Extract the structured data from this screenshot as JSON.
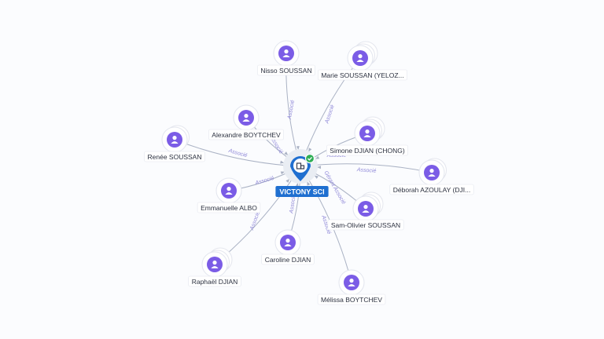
{
  "center": {
    "label": "VICTONY SCI",
    "icon": "company-icon",
    "badge_icon": "verified-check-icon",
    "color": "#1f6fd0"
  },
  "colors": {
    "person_fill": "#7b5ce6",
    "edge": "#aab2c4",
    "edge_label": "#8f88d8"
  },
  "persons": [
    {
      "id": "nisso-soussan",
      "label": "Nisso SOUSSAN",
      "relation": "Associé",
      "stack": 1
    },
    {
      "id": "marie-soussan",
      "label": "Marie SOUSSAN (YELOZ...",
      "relation": "Associé",
      "stack": 3
    },
    {
      "id": "alexandre-boytchev",
      "label": "Alexandre BOYTCHEV",
      "relation": "Associé",
      "stack": 1
    },
    {
      "id": "renee-soussan",
      "label": "Renée SOUSSAN",
      "relation": "Associé",
      "stack": 2
    },
    {
      "id": "simone-djian",
      "label": "Simone DJIAN (CHONG)",
      "relation": "Associé",
      "stack": 3
    },
    {
      "id": "deborah-azoulay",
      "label": "Déborah AZOULAY (DJI...",
      "relation": "Associé",
      "stack": 2
    },
    {
      "id": "emmanuelle-albo",
      "label": "Emmanuelle ALBO",
      "relation": "Associé",
      "stack": 1
    },
    {
      "id": "sam-olivier-soussan",
      "label": "Sam-Olivier SOUSSAN",
      "relation": "Gérant Associé",
      "stack": 3
    },
    {
      "id": "caroline-djian",
      "label": "Caroline DJIAN",
      "relation": "Associé",
      "stack": 1
    },
    {
      "id": "raphael-djian",
      "label": "Raphaël DJIAN",
      "relation": "Associé",
      "stack": 3
    },
    {
      "id": "melissa-boytchev",
      "label": "Mélissa BOYTCHEV",
      "relation": "Associé",
      "stack": 1
    }
  ]
}
